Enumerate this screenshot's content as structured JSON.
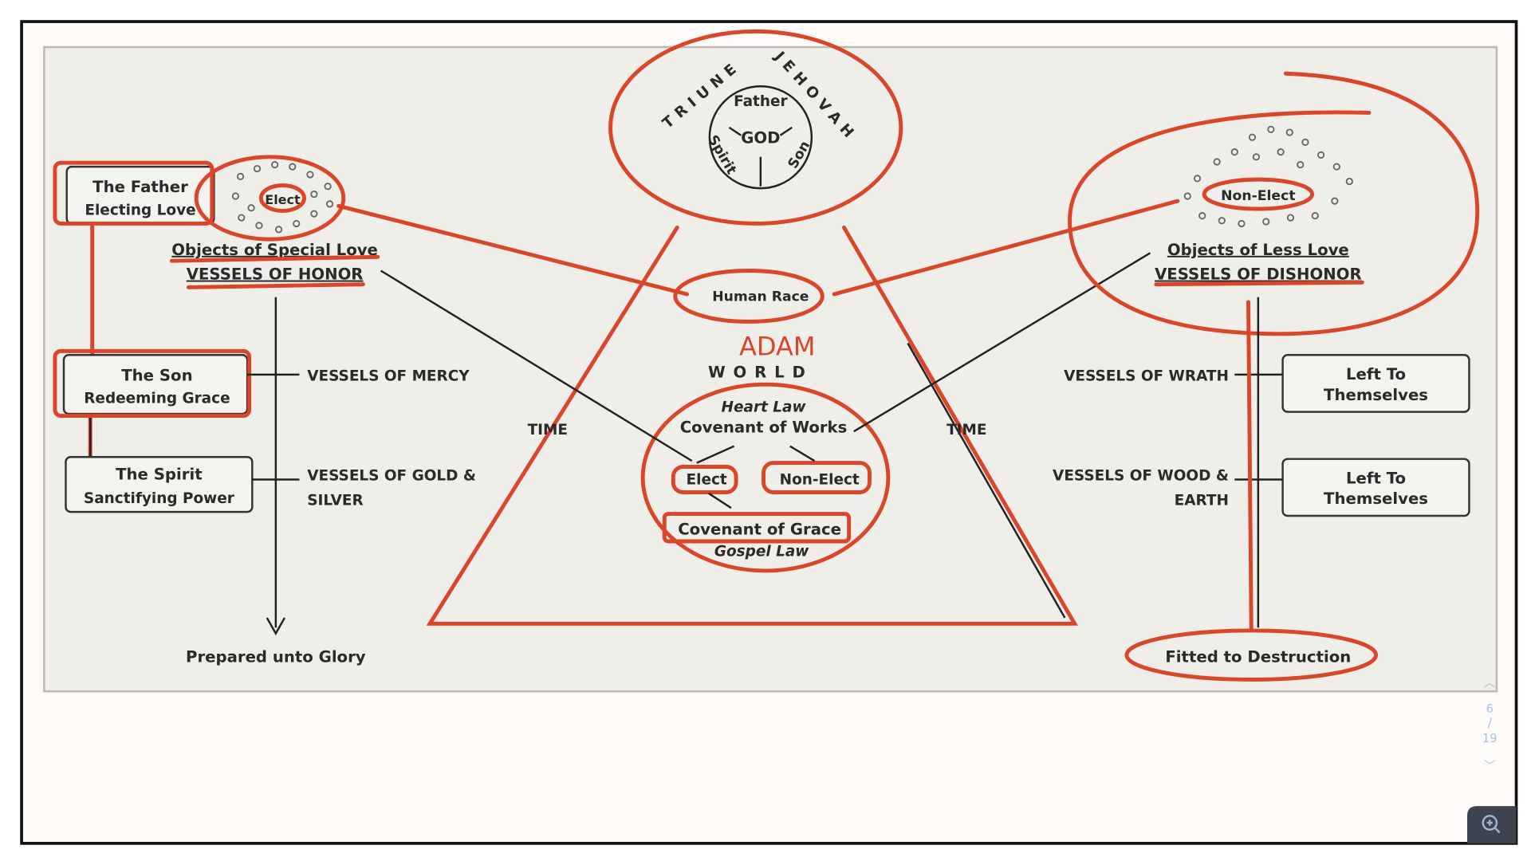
{
  "diagram": {
    "top": {
      "arc_left": "TRIUNE",
      "arc_right": "JEHOVAH",
      "father": "Father",
      "god": "GOD",
      "spirit": "Spirit",
      "son": "Son"
    },
    "left": {
      "father_title": "The Father",
      "father_sub": "Electing Love",
      "elect": "Elect",
      "objects": "Objects of Special Love",
      "vessels": "VESSELS OF HONOR",
      "son_title": "The Son",
      "son_sub": "Redeeming Grace",
      "spirit_title": "The Spirit",
      "spirit_sub": "Sanctifying Power",
      "mercy": "VESSELS OF MERCY",
      "gold1": "VESSELS OF GOLD &",
      "gold2": "SILVER",
      "glory": "Prepared unto Glory"
    },
    "center": {
      "human_race": "Human Race",
      "adam": "ADAM",
      "world": "WORLD",
      "time_left": "TIME",
      "time_right": "TIME",
      "heart_law": "Heart Law",
      "works": "Covenant of Works",
      "elect": "Elect",
      "non_elect": "Non-Elect",
      "grace": "Covenant of Grace",
      "gospel_law": "Gospel Law"
    },
    "right": {
      "non_elect": "Non-Elect",
      "objects": "Objects of Less Love",
      "vessels": "VESSELS OF DISHONOR",
      "wrath": "VESSELS OF WRATH",
      "wood1": "VESSELS OF WOOD &",
      "wood2": "EARTH",
      "left1a": "Left To",
      "left1b": "Themselves",
      "left2a": "Left To",
      "left2b": "Themselves",
      "destruction": "Fitted to Destruction"
    }
  },
  "viewer": {
    "current_page": "6",
    "separator": "/",
    "total_pages": "19"
  },
  "colors": {
    "annotation": "#d9462a",
    "panel": "#efeee9",
    "zoom_button": "#3d4450"
  }
}
